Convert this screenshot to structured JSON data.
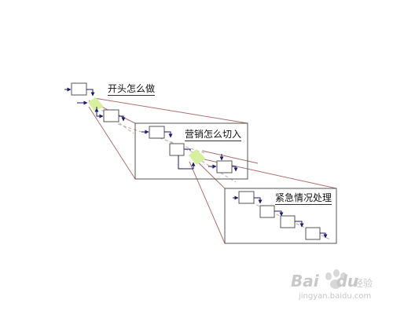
{
  "labels": {
    "level1": "开头怎么做",
    "level2": "营销怎么切入",
    "level3": "紧急情况处理"
  },
  "watermark": {
    "brand": "Bai",
    "brand_du": "du",
    "brand_suffix": "经验",
    "domain": "jingyan.baidu.com"
  },
  "colors": {
    "box_stroke": "#555555",
    "arrow": "#1a1a6e",
    "zoom_lines": "#b07070",
    "highlight": "#d6f0a0",
    "dashed": "#c8a8a8"
  }
}
